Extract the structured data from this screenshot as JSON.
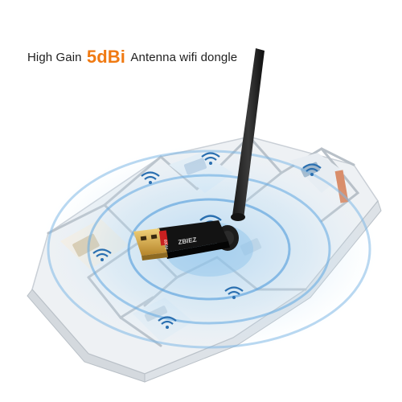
{
  "headline": {
    "prefix": "High Gain",
    "highlight": "5dBi",
    "suffix": "Antenna wifi dongle"
  },
  "product": {
    "brand_text": "ZBIEZ",
    "badge_text": "600M"
  },
  "colors": {
    "accent": "#f07a12",
    "signal_blue": "#3a8fd6",
    "floor": "#e2e6ea",
    "dongle_body": "#111111",
    "usb_gold": "#d8a83a"
  },
  "icons": {
    "wifi_signals": [
      "wifi-icon",
      "wifi-icon",
      "wifi-icon",
      "wifi-icon",
      "wifi-icon",
      "wifi-icon",
      "wifi-icon"
    ]
  }
}
